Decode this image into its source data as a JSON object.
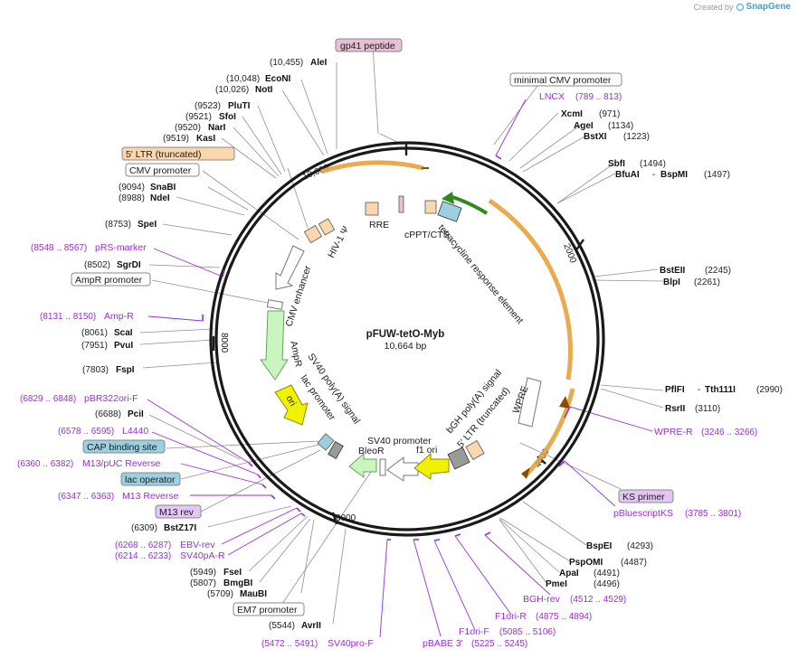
{
  "header": {
    "created_by": "Created by",
    "brand": "SnapGene"
  },
  "plasmid": {
    "name": "pFUW-tetO-Myb",
    "size_label": "10,664 bp"
  },
  "ticks": [
    "10,000",
    "2000",
    "4000",
    "6000",
    "8000"
  ],
  "sites": [
    {
      "num": "(10,455)",
      "name": "AleI"
    },
    {
      "num": "(10,048)",
      "name": "EcoNI"
    },
    {
      "num": "(10,026)",
      "name": "NotI"
    },
    {
      "num": "(9523)",
      "name": "PluTI"
    },
    {
      "num": "(9521)",
      "name": "SfoI"
    },
    {
      "num": "(9520)",
      "name": "NarI"
    },
    {
      "num": "(9519)",
      "name": "KasI"
    },
    {
      "num": "(9094)",
      "name": "SnaBI"
    },
    {
      "num": "(8988)",
      "name": "NdeI"
    },
    {
      "num": "(8753)",
      "name": "SpeI"
    },
    {
      "num": "(8502)",
      "name": "SgrDI"
    },
    {
      "num": "(8061)",
      "name": "ScaI"
    },
    {
      "num": "(7951)",
      "name": "PvuI"
    },
    {
      "num": "(7803)",
      "name": "FspI"
    },
    {
      "num": "(6688)",
      "name": "PciI"
    },
    {
      "num": "(6309)",
      "name": "BstZ17I"
    },
    {
      "num": "(5949)",
      "name": "FseI"
    },
    {
      "num": "(5807)",
      "name": "BmgBI"
    },
    {
      "num": "(5709)",
      "name": "MauBI"
    },
    {
      "num": "(5544)",
      "name": "AvrII"
    },
    {
      "name": "XcmI",
      "num": "(971)"
    },
    {
      "name": "AgeI",
      "num": "(1134)"
    },
    {
      "name": "BstXI",
      "num": "(1223)"
    },
    {
      "name": "SbfI",
      "num": "(1494)"
    },
    {
      "name": "BfuAI",
      "name2": "BspMI",
      "num": "(1497)"
    },
    {
      "name": "BstEII",
      "num": "(2245)"
    },
    {
      "name": "BlpI",
      "num": "(2261)"
    },
    {
      "name": "PflFI",
      "name2": "Tth111I",
      "num": "(2990)"
    },
    {
      "name": "RsrII",
      "num": "(3110)"
    },
    {
      "name": "BspEI",
      "num": "(4293)"
    },
    {
      "name": "PspOMI",
      "num": "(4487)"
    },
    {
      "name": "ApaI",
      "num": "(4491)"
    },
    {
      "name": "PmeI",
      "num": "(4496)"
    }
  ],
  "primers": [
    {
      "name": "LNCX",
      "range": "(789 .. 813)"
    },
    {
      "range": "(8548 .. 8567)",
      "name": "pRS-marker"
    },
    {
      "range": "(8131 .. 8150)",
      "name": "Amp-R"
    },
    {
      "range": "(6829 .. 6848)",
      "name": "pBR322ori-F"
    },
    {
      "range": "(6578 .. 6595)",
      "name": "L4440"
    },
    {
      "range": "(6360 .. 6382)",
      "name": "M13/pUC Reverse"
    },
    {
      "range": "(6347 .. 6363)",
      "name": "M13 Reverse"
    },
    {
      "range": "(6268 .. 6287)",
      "name": "EBV-rev"
    },
    {
      "range": "(6214 .. 6233)",
      "name": "SV40pA-R"
    },
    {
      "range": "(5472 .. 5491)",
      "name": "SV40pro-F"
    },
    {
      "name": "WPRE-R",
      "range": "(3246 .. 3266)"
    },
    {
      "name": "pBluescriptKS",
      "range": "(3785 .. 3801)"
    },
    {
      "name": "BGH-rev",
      "range": "(4512 .. 4529)"
    },
    {
      "name": "F1ori-R",
      "range": "(4875 .. 4894)"
    },
    {
      "name": "F1ori-F",
      "range": "(5085 .. 5106)"
    },
    {
      "name": "pBABE 3'",
      "range": "(5225 .. 5245)"
    }
  ],
  "boxed_labels": [
    {
      "text": "gp41 peptide"
    },
    {
      "text": "minimal CMV promoter"
    },
    {
      "text": "5' LTR (truncated)"
    },
    {
      "text": "CMV promoter"
    },
    {
      "text": "AmpR promoter"
    },
    {
      "text": "CAP binding site"
    },
    {
      "text": "lac operator"
    },
    {
      "text": "M13 rev"
    },
    {
      "text": "EM7 promoter"
    },
    {
      "text": "KS primer"
    }
  ],
  "inner_labels": [
    "HIV-1 Ψ",
    "RRE",
    "cPPT/CTS",
    "tetracycline response element",
    "CMV enhancer",
    "AmpR",
    "SV40 poly(A) signal",
    "lac promoter",
    "ori",
    "SV40 promoter",
    "BleoR",
    "f1 ori",
    "bGH poly(A) signal",
    "5' LTR (truncated)",
    "WPRE"
  ],
  "colors": {
    "ring": "#1a1a1a",
    "site_num": "#222222",
    "primer": "#9a2fd6",
    "orange": "#e7a23a",
    "ampR": "#c8f5c0",
    "ori_yellow": "#f2f200",
    "ltr_peach": "#fbd7b0",
    "green_arrow": "#2f8a1c",
    "cap_blue": "#9dcfe0",
    "purple_box": "#e4c6f4",
    "gp41": "#e8c0d4"
  }
}
